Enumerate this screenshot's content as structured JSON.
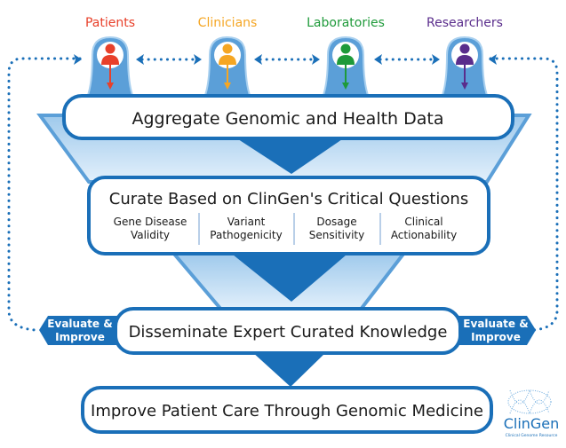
{
  "stakeholders": [
    {
      "label": "Patients",
      "color": "#e8402a"
    },
    {
      "label": "Clinicians",
      "color": "#f5a623"
    },
    {
      "label": "Laboratories",
      "color": "#1e9a3a"
    },
    {
      "label": "Researchers",
      "color": "#5a2d8c"
    }
  ],
  "steps": {
    "aggregate": "Aggregate Genomic and Health Data",
    "curate": "Curate Based on ClinGen's Critical Questions",
    "disseminate": "Disseminate Expert Curated Knowledge",
    "improve": "Improve Patient Care Through Genomic Medicine"
  },
  "questions": [
    {
      "line1": "Gene Disease",
      "line2": "Validity"
    },
    {
      "line1": "Variant",
      "line2": "Pathogenicity"
    },
    {
      "line1": "Dosage",
      "line2": "Sensitivity"
    },
    {
      "line1": "Clinical",
      "line2": "Actionability"
    }
  ],
  "evaluate": {
    "line1": "Evaluate &",
    "line2": "Improve"
  },
  "logo": {
    "name": "ClinGen",
    "tagline": "Clinical Genome Resource"
  },
  "colors": {
    "primary": "#1a6fb8",
    "light": "#a9d0ef",
    "mid": "#5b9fd8"
  }
}
